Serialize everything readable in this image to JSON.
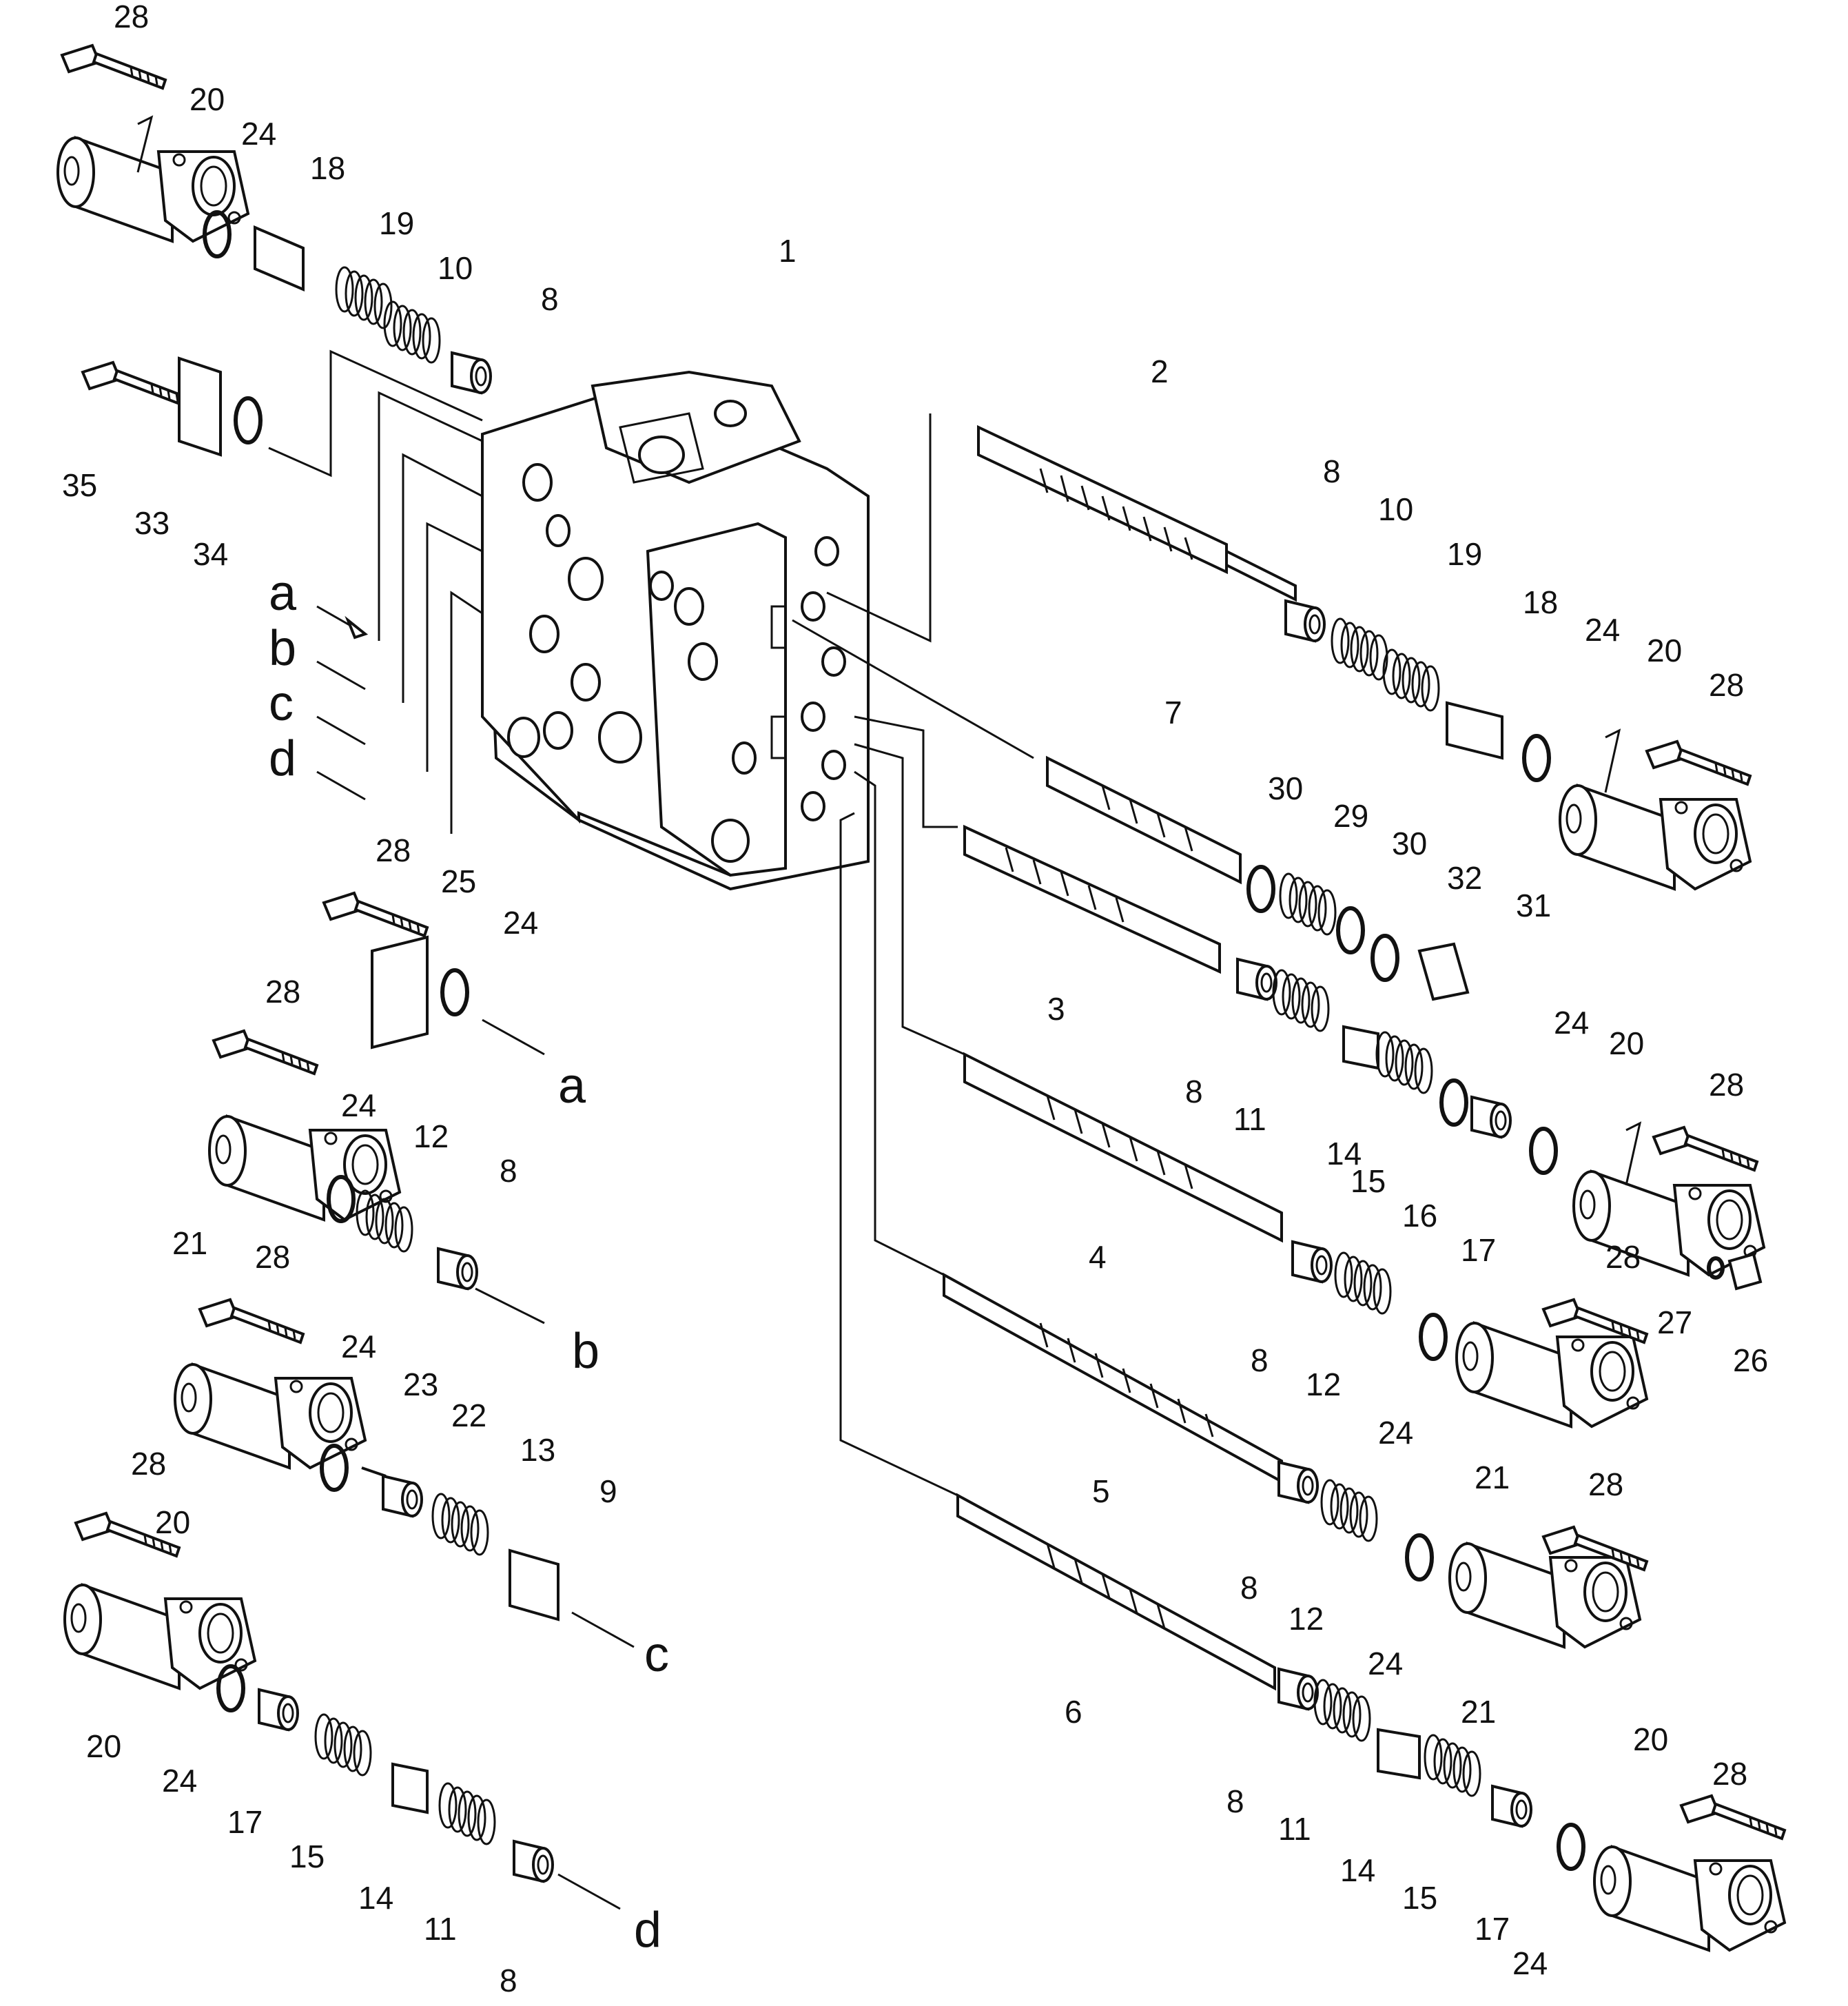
{
  "callouts": [
    {
      "id": "c28a",
      "text": "28"
    },
    {
      "id": "c20a",
      "text": "20"
    },
    {
      "id": "c24a",
      "text": "24"
    },
    {
      "id": "c18a",
      "text": "18"
    },
    {
      "id": "c19a",
      "text": "19"
    },
    {
      "id": "c10a",
      "text": "10"
    },
    {
      "id": "c8a",
      "text": "8"
    },
    {
      "id": "c1",
      "text": "1"
    },
    {
      "id": "c35",
      "text": "35"
    },
    {
      "id": "c33",
      "text": "33"
    },
    {
      "id": "c34",
      "text": "34"
    },
    {
      "id": "c2",
      "text": "2"
    },
    {
      "id": "c8b",
      "text": "8"
    },
    {
      "id": "c10b",
      "text": "10"
    },
    {
      "id": "c19b",
      "text": "19"
    },
    {
      "id": "c18b",
      "text": "18"
    },
    {
      "id": "c24b",
      "text": "24"
    },
    {
      "id": "c20b",
      "text": "20"
    },
    {
      "id": "c28b",
      "text": "28"
    },
    {
      "id": "c7",
      "text": "7"
    },
    {
      "id": "c30a",
      "text": "30"
    },
    {
      "id": "c29",
      "text": "29"
    },
    {
      "id": "c30b",
      "text": "30"
    },
    {
      "id": "c32",
      "text": "32"
    },
    {
      "id": "c31",
      "text": "31"
    },
    {
      "id": "c3",
      "text": "3"
    },
    {
      "id": "c8c",
      "text": "8"
    },
    {
      "id": "c11a",
      "text": "11"
    },
    {
      "id": "c14a",
      "text": "14"
    },
    {
      "id": "c15a",
      "text": "15"
    },
    {
      "id": "c16",
      "text": "16"
    },
    {
      "id": "c17a",
      "text": "17"
    },
    {
      "id": "c24c",
      "text": "24"
    },
    {
      "id": "c20c",
      "text": "20"
    },
    {
      "id": "c28c",
      "text": "28"
    },
    {
      "id": "c27",
      "text": "27"
    },
    {
      "id": "c26",
      "text": "26"
    },
    {
      "id": "c4",
      "text": "4"
    },
    {
      "id": "c8d",
      "text": "8"
    },
    {
      "id": "c12a",
      "text": "12"
    },
    {
      "id": "c24d",
      "text": "24"
    },
    {
      "id": "c21a",
      "text": "21"
    },
    {
      "id": "c28d",
      "text": "28"
    },
    {
      "id": "c5",
      "text": "5"
    },
    {
      "id": "c8e",
      "text": "8"
    },
    {
      "id": "c12b",
      "text": "12"
    },
    {
      "id": "c24e",
      "text": "24"
    },
    {
      "id": "c21b",
      "text": "21"
    },
    {
      "id": "c28e",
      "text": "28"
    },
    {
      "id": "c6",
      "text": "6"
    },
    {
      "id": "c8f",
      "text": "8"
    },
    {
      "id": "c11b",
      "text": "11"
    },
    {
      "id": "c14b",
      "text": "14"
    },
    {
      "id": "c15b",
      "text": "15"
    },
    {
      "id": "c17b",
      "text": "17"
    },
    {
      "id": "c24f",
      "text": "24"
    },
    {
      "id": "c20d",
      "text": "20"
    },
    {
      "id": "c28f",
      "text": "28"
    },
    {
      "id": "c28g",
      "text": "28"
    },
    {
      "id": "c25",
      "text": "25"
    },
    {
      "id": "c24g",
      "text": "24"
    },
    {
      "id": "c28h",
      "text": "28"
    },
    {
      "id": "c24h",
      "text": "24"
    },
    {
      "id": "c12c",
      "text": "12"
    },
    {
      "id": "c8g",
      "text": "8"
    },
    {
      "id": "c21c",
      "text": "21"
    },
    {
      "id": "c28i",
      "text": "28"
    },
    {
      "id": "c24i",
      "text": "24"
    },
    {
      "id": "c23",
      "text": "23"
    },
    {
      "id": "c22",
      "text": "22"
    },
    {
      "id": "c13",
      "text": "13"
    },
    {
      "id": "c9",
      "text": "9"
    },
    {
      "id": "c20e",
      "text": "20"
    },
    {
      "id": "c28j",
      "text": "28"
    },
    {
      "id": "c20f",
      "text": "20"
    },
    {
      "id": "c24j",
      "text": "24"
    },
    {
      "id": "c17c",
      "text": "17"
    },
    {
      "id": "c15c",
      "text": "15"
    },
    {
      "id": "c14c",
      "text": "14"
    },
    {
      "id": "c11c",
      "text": "11"
    },
    {
      "id": "c8h",
      "text": "8"
    }
  ],
  "port_letters": [
    {
      "id": "la1",
      "text": "a"
    },
    {
      "id": "lb1",
      "text": "b"
    },
    {
      "id": "lc1",
      "text": "c"
    },
    {
      "id": "ld1",
      "text": "d"
    },
    {
      "id": "la2",
      "text": "a"
    },
    {
      "id": "lb2",
      "text": "b"
    },
    {
      "id": "lc2",
      "text": "c"
    },
    {
      "id": "ld2",
      "text": "d"
    }
  ]
}
